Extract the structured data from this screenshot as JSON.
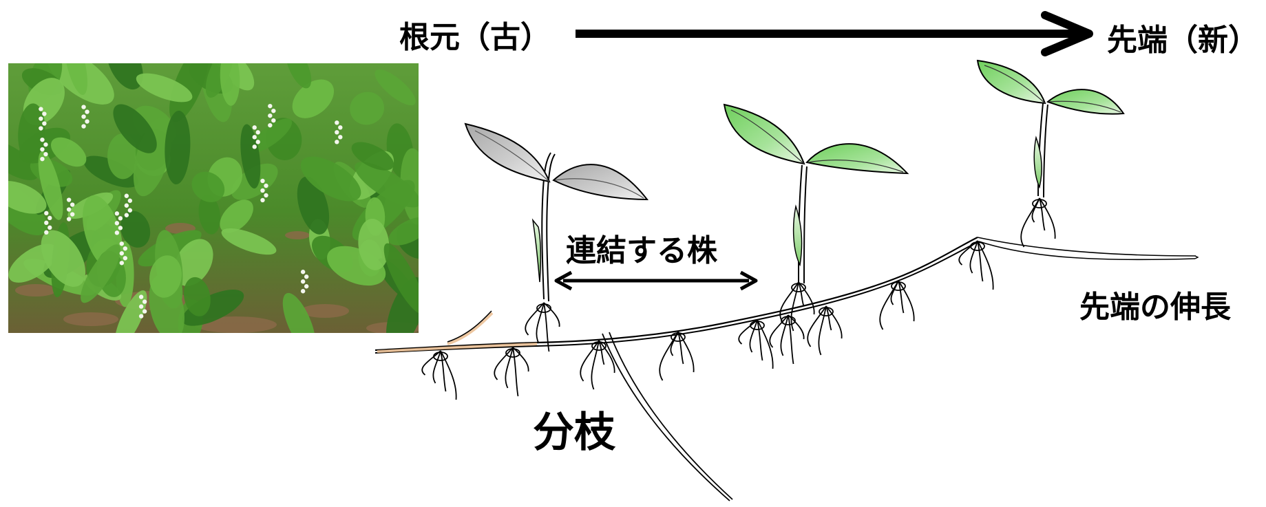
{
  "labels": {
    "root_old": "根元（古）",
    "tip_new": "先端（新）",
    "connected_plants": "連結する株",
    "tip_extension": "先端の伸長",
    "branching": "分枝"
  },
  "photo": {
    "subject": "lily-of-the-valley colony photo",
    "foliage_color": "#4f9a2e",
    "ground_color": "#8a6a48",
    "flower_color": "#f4f6ee"
  },
  "colors": {
    "ink": "#000000",
    "leaf_old": "#c8c8c8",
    "leaf_new": "#8fd680",
    "leaf_highlight": "#e9f7e4",
    "rhizome_old": "#e8b98a"
  }
}
